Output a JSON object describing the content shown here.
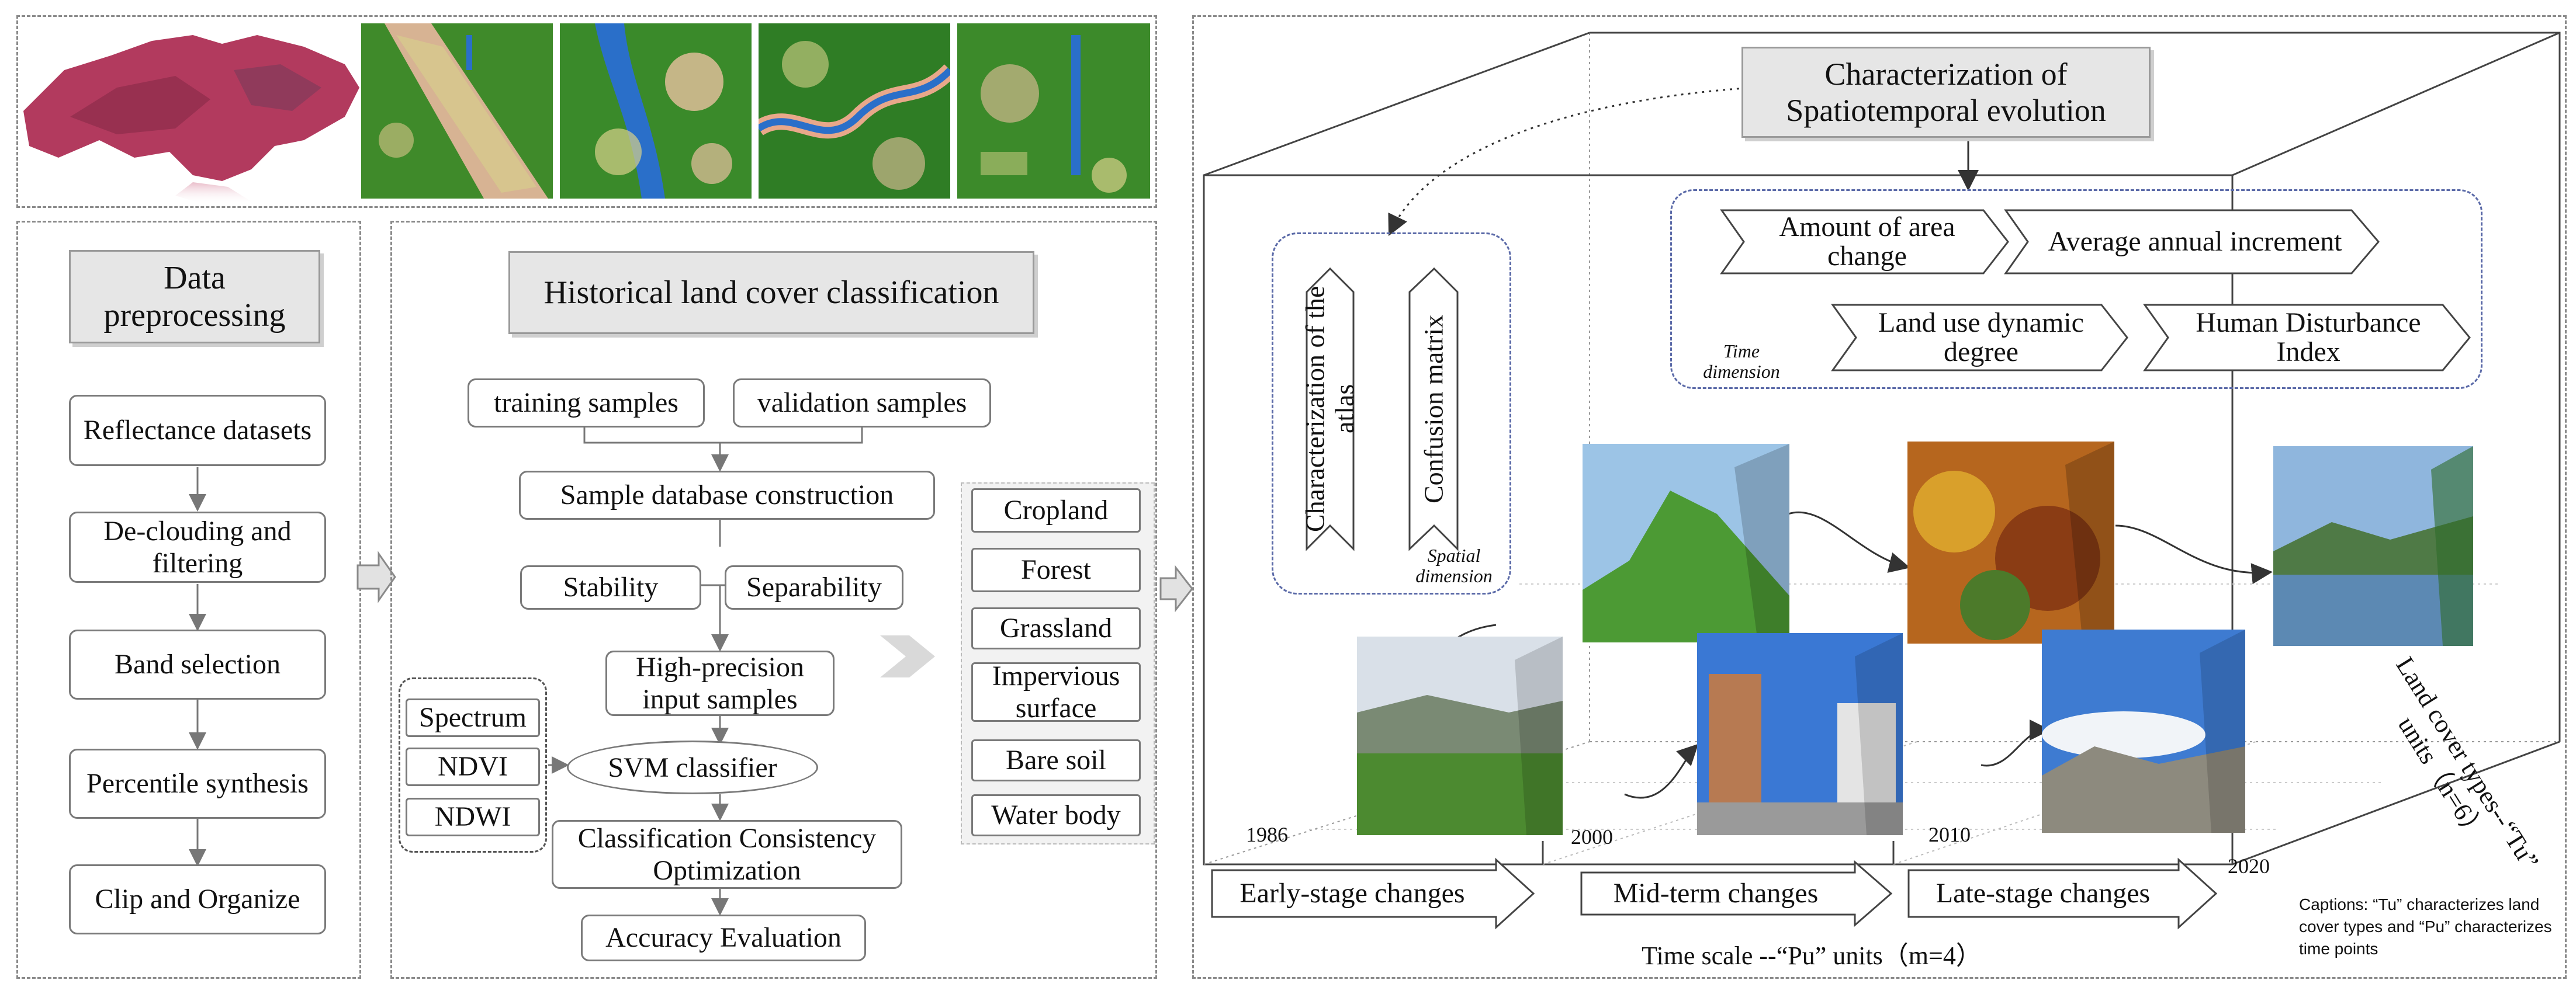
{
  "top_strip": {
    "images": [
      "false-color-map",
      "land-cover-map-1",
      "land-cover-map-2",
      "land-cover-map-3",
      "land-cover-map-4"
    ]
  },
  "preprocessing": {
    "title": "Data preprocessing",
    "steps": [
      "Reflectance datasets",
      "De-clouding and filtering",
      "Band selection",
      "Percentile synthesis",
      "Clip and Organize"
    ]
  },
  "classification": {
    "title": "Historical land cover classification",
    "training": "training samples",
    "validation": "validation samples",
    "sample_db": "Sample database construction",
    "stability": "Stability",
    "separability": "Separability",
    "high_precision": "High-precision input samples",
    "svm": "SVM classifier",
    "consistency": "Classification Consistency Optimization",
    "accuracy": "Accuracy Evaluation",
    "features": [
      "Spectrum",
      "NDVI",
      "NDWI"
    ]
  },
  "classes": [
    "Cropland",
    "Forest",
    "Grassland",
    "Impervious surface",
    "Bare soil",
    "Water body"
  ],
  "cube": {
    "title": "Characterization of Spatiotemporal evolution",
    "spatial": {
      "atlas": "Characterization of the atlas",
      "confusion": "Confusion matrix",
      "label": "Spatial dimension"
    },
    "time": {
      "label": "Time dimension",
      "area_change": "Amount of area change",
      "annual_increment": "Average annual increment",
      "dynamic_degree": "Land use dynamic degree",
      "disturbance": "Human Disturbance Index"
    },
    "years": [
      "1986",
      "2000",
      "2010",
      "2020"
    ],
    "stages": [
      "Early-stage changes",
      "Mid-term changes",
      "Late-stage changes"
    ],
    "time_scale": "Time scale --“Pu” units（m=4）",
    "side_label": "Land cover types--“Tu” units（n=6）",
    "caption": "Captions: “Tu” characterizes land cover types and “Pu” characterizes time points"
  },
  "colors": {
    "border": "#8a8a8a",
    "dashed_blue": "#5b6aa8",
    "scroll_fill": "#e6e6e6"
  }
}
